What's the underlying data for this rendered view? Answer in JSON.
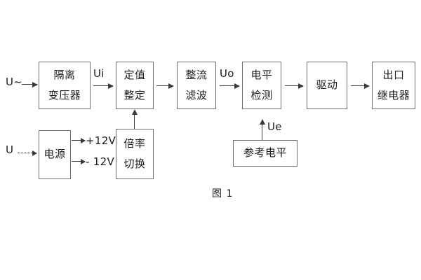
{
  "figure": {
    "caption": "图 1",
    "colors": {
      "background": "#ffffff",
      "box_border": "#6d6d6d",
      "line": "#3a3a3a",
      "text": "#1a1a1a"
    }
  },
  "signal_chain": {
    "input_ac": "U~",
    "input_dc": "U",
    "blocks": [
      {
        "id": "isolation-transformer",
        "line1": "隔离",
        "line2": "变压器"
      },
      {
        "id": "setpoint-adjust",
        "line1": "定值",
        "line2": "整定"
      },
      {
        "id": "rectify-filter",
        "line1": "整流",
        "line2": "滤波"
      },
      {
        "id": "level-detect",
        "line1": "电平",
        "line2": "检测"
      },
      {
        "id": "drive",
        "line1": "驱动",
        "line2": ""
      },
      {
        "id": "output-relay",
        "line1": "出口",
        "line2": "继电器"
      }
    ],
    "signal_labels": {
      "ui": "Ui",
      "uo": "Uo",
      "ue": "Ue"
    }
  },
  "power_section": {
    "power_supply": {
      "id": "power-supply",
      "line1": "电源",
      "line2": ""
    },
    "rail_positive": "+12V",
    "rail_negative": "- 12V",
    "multiplier_switch": {
      "id": "multiplier-switch",
      "line1": "倍率",
      "line2": "切换"
    }
  },
  "reference_section": {
    "reference_level": {
      "id": "reference-level",
      "line1": "参考电平",
      "line2": ""
    }
  }
}
